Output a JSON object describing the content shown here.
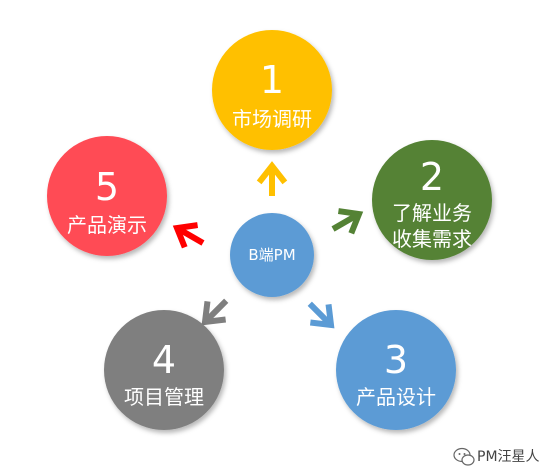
{
  "center": {
    "label": "B端PM",
    "color": "#5b9bd5"
  },
  "steps": [
    {
      "number": "1",
      "lines": [
        "市场调研"
      ],
      "color": "#ffc000",
      "arrow_color": "#ffc000"
    },
    {
      "number": "2",
      "lines": [
        "了解业务",
        "收集需求"
      ],
      "color": "#548235",
      "arrow_color": "#548235"
    },
    {
      "number": "3",
      "lines": [
        "产品设计"
      ],
      "color": "#5b9bd5",
      "arrow_color": "#5b9bd5"
    },
    {
      "number": "4",
      "lines": [
        "项目管理"
      ],
      "color": "#7f7f7f",
      "arrow_color": "#7f7f7f"
    },
    {
      "number": "5",
      "lines": [
        "产品演示"
      ],
      "color": "#ff4b55",
      "arrow_color": "#ff0000"
    }
  ],
  "watermark": {
    "text": "PM汪星人",
    "icon": "wechat-icon"
  }
}
